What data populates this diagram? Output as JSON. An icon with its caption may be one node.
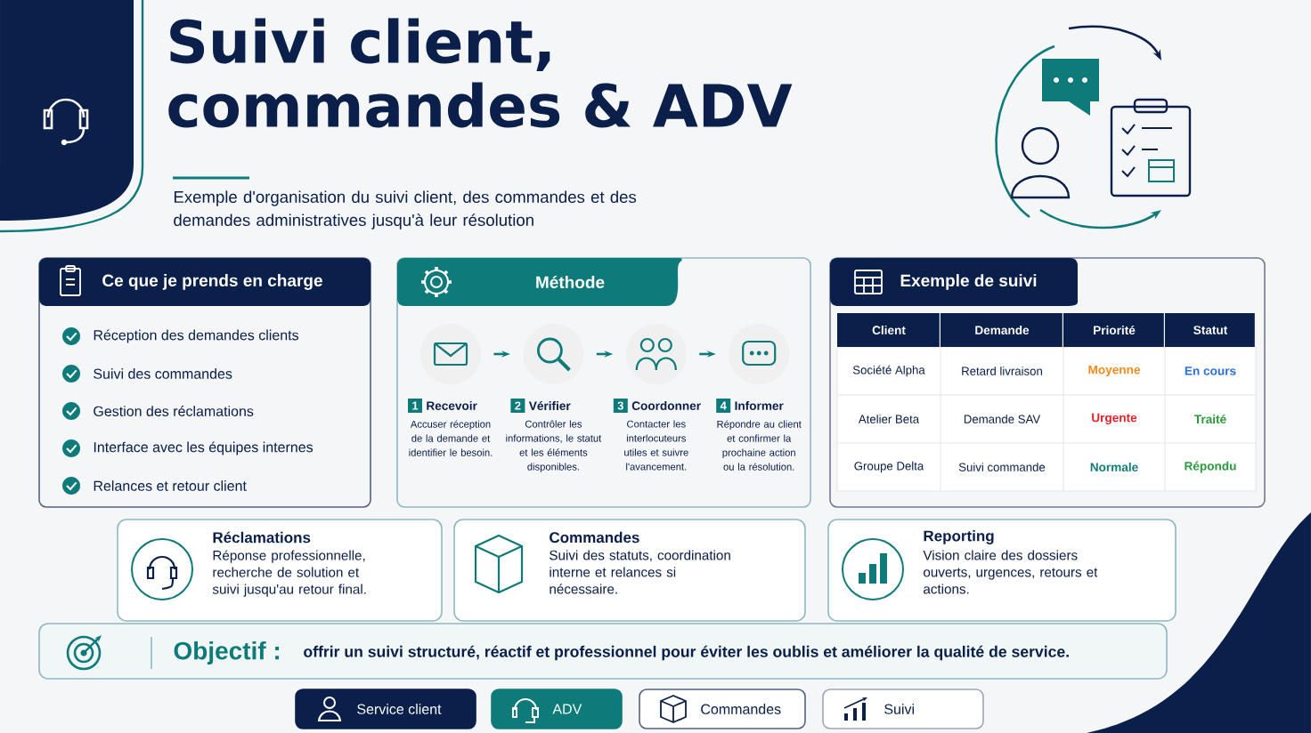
{
  "diagram": {
    "title": "Suivi client, commandes & ADV",
    "nodes": [
      {
        "text": [
          "Ce que je prends en charge",
          "Réception des demandes clients",
          "Suivi des commandes",
          "Gestion des réclamations",
          "Interface avec les équipes internes",
          "Relances et retour client"
        ]
      },
      {
        "text": [
          "Méthode"
        ]
      },
      {
        "text": [
          "1",
          "Recevoir",
          "Accuser réception de la demande et identifier le besoin."
        ],
        "in": 1
      },
      {
        "text": [
          "2",
          "Vérifier",
          "Contrôler les informations, le statut et les éléments disponibles."
        ],
        "in": 1
      },
      {
        "text": [
          "3",
          "Coordonner",
          "Contacter les interlocuteurs utiles et suivre l'avancement."
        ],
        "in": 1
      },
      {
        "text": [
          "4",
          "Informer",
          "Répondre au client et confirmer la prochaine action ou la résolution."
        ],
        "in": 1
      },
      {
        "text": [
          "Exemple de suivi"
        ]
      },
      {
        "text": [
          "Réclamations",
          "Réponse professionnelle, recherche de solution et suivi jusqu'au retour final."
        ]
      },
      {
        "text": [
          "Commandes",
          "Suivi des statuts, coordination interne et relances si nécessaire."
        ]
      },
      {
        "text": [
          "Reporting",
          "Vision claire des dossiers ouverts, urgences, retours et actions."
        ]
      },
      {
        "text": [
          "Objectif :",
          "offrir un suivi structuré, réactif et professionnel pour éviter les oublis et améliorer la qualité de service."
        ]
      },
      {
        "text": [
          "Service client"
        ]
      },
      {
        "text": [
          "ADV"
        ]
      },
      {
        "text": [
          "Commandes"
        ]
      },
      {
        "text": [
          "Suivi"
        ]
      }
    ],
    "edges": [
      {
        "from": 2,
        "to": 3,
        "arrow": "to"
      },
      {
        "from": 3,
        "to": 4,
        "arrow": "to"
      },
      {
        "from": 4,
        "to": 5,
        "arrow": "to"
      }
    ],
    "labels": [
      "Exemple d'organisation du suivi client, des commandes et des demandes administratives jusqu'à leur résolution",
      "Client",
      "Demande",
      "Priorité",
      "Statut",
      "Société Alpha",
      "Retard livraison",
      "Moyenne",
      "En cours",
      "Atelier Beta",
      "Demande SAV",
      "Urgente",
      "Traité",
      "Groupe Delta",
      "Suivi commande",
      "Normale",
      "Répondu"
    ]
  }
}
